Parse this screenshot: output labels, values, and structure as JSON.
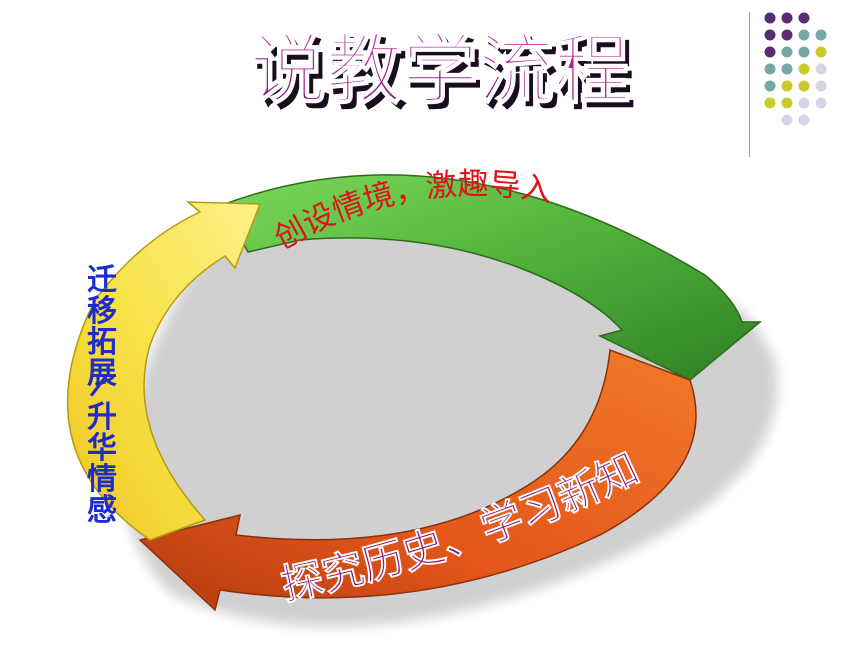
{
  "slide": {
    "title": "说教学流程",
    "steps": {
      "step1": "创设情境，激趣导入",
      "step2": "探究历史、学习新知",
      "step3_part1": "迁移拓展",
      "step3_sep": "/",
      "step3_part2": "升华情感"
    }
  },
  "colors": {
    "title_fill": "#a4188e",
    "step1_text": "#e0121c",
    "step2_text": "#8a1570",
    "step3_text": "#1f2ccc",
    "arrow_green": "#4fb13a",
    "arrow_orange": "#e4561a",
    "arrow_yellow": "#f3dc3a",
    "dot_purple": "#5a2a72",
    "dot_teal": "#76a7a4",
    "dot_yellow": "#c9cb2a",
    "dot_lavender": "#d5d6e4"
  }
}
